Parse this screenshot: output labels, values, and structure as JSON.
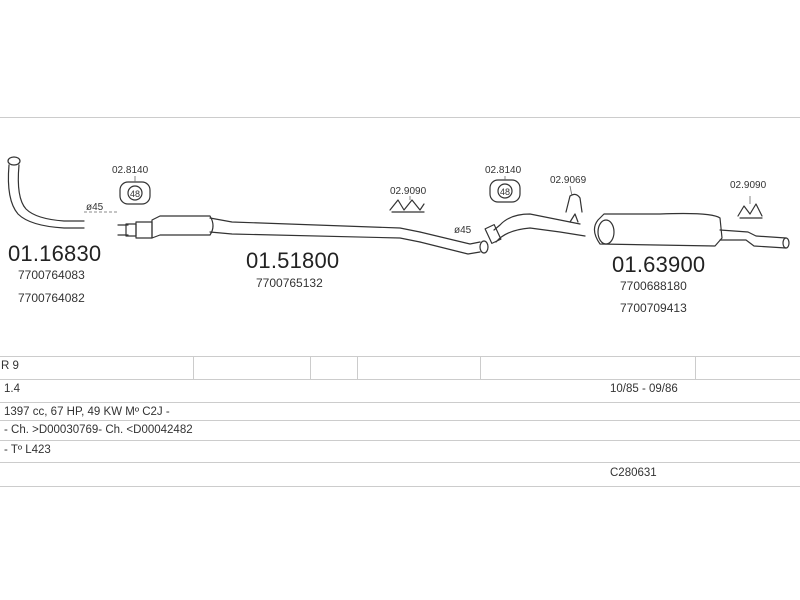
{
  "parts": {
    "front_pipe": {
      "code": "01.16830",
      "oem": [
        "7700764083",
        "7700764082"
      ],
      "diameter": "ø45"
    },
    "middle_pipe": {
      "code": "01.51800",
      "oem": [
        "7700765132"
      ],
      "diameter": "ø45"
    },
    "rear_silencer": {
      "code": "01.63900",
      "oem": [
        "7700688180",
        "7700709413"
      ]
    }
  },
  "mounts": {
    "clamp_1": {
      "code": "02.8140",
      "badge": "48"
    },
    "clamp_2": {
      "code": "02.8140",
      "badge": "48"
    },
    "hanger_1": {
      "code": "02.9090"
    },
    "hanger_2": {
      "code": "02.9069"
    },
    "hanger_3": {
      "code": "02.9090"
    }
  },
  "table": {
    "model": "R 9",
    "engine": "1.4",
    "years": "10/85 - 09/86",
    "spec": "1397 cc, 67 HP, 49 KW Mº C2J -",
    "chassis": "- Ch. >D00030769- Ch. <D00042482",
    "type": "- Tº L423",
    "catalog": "C280631"
  }
}
